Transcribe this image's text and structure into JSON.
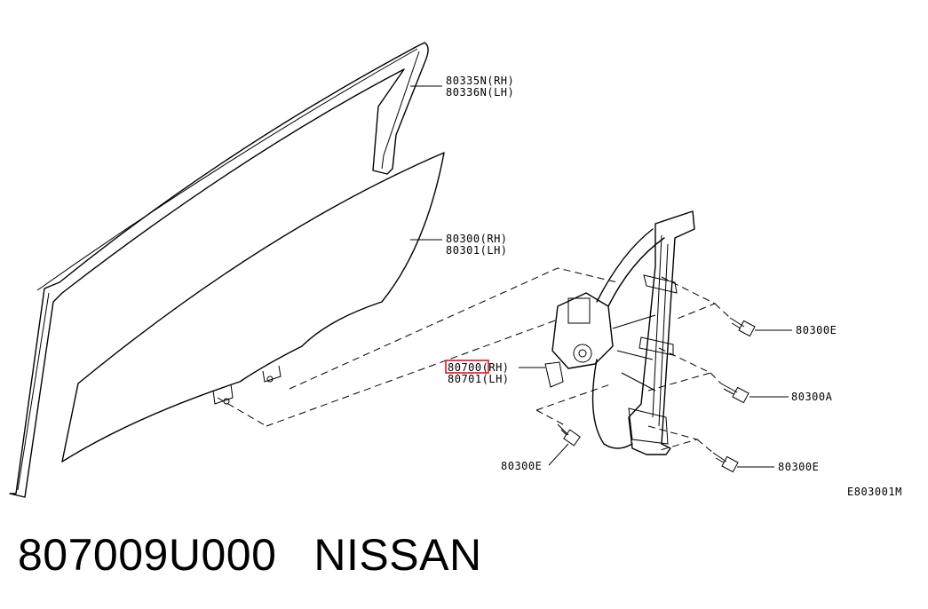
{
  "diagram": {
    "labels": {
      "seal_rh": "80335N(RH)",
      "seal_lh": "80336N(LH)",
      "glass_rh": "80300(RH)",
      "glass_lh": "80301(LH)",
      "regulator_rh": "80700(RH)",
      "regulator_lh": "80701(LH)",
      "bolt_upper": "80300E",
      "bolt_middle": "80300A",
      "bolt_lower_left": "80300E",
      "bolt_lower_right": "80300E"
    },
    "figure_code": "E803001M",
    "highlight_color": "#e0141b"
  },
  "footer": {
    "part_number": "807009U000",
    "brand": "NISSAN"
  }
}
